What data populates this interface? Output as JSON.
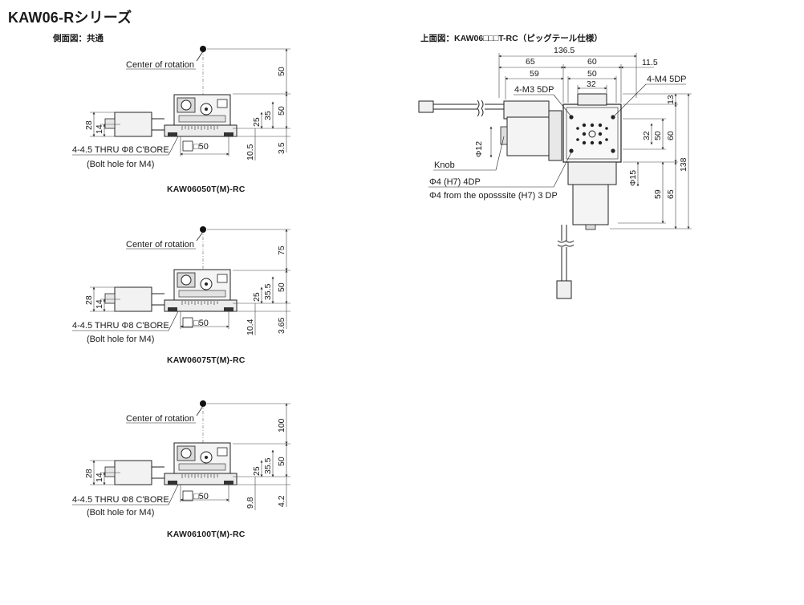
{
  "page_title": "KAW06-Rシリーズ",
  "side_label": "側面図：共通",
  "top_label": "上面図：KAW06□□□T-RC（ピッグテール仕様）",
  "side_views": [
    {
      "caption": "KAW06050T(M)-RC",
      "center_label": "Center of rotation",
      "bolt_label": "4-4.5 THRU Φ8 C'BORE",
      "bolt_note": "(Bolt hole for M4)",
      "dims": {
        "top": "50",
        "h50": "50",
        "d35": "35",
        "d25": "25",
        "v28": "28",
        "v14": "14",
        "sq": "□50",
        "d105": "10.5",
        "d35b": "3.5"
      }
    },
    {
      "caption": "KAW06075T(M)-RC",
      "center_label": "Center of rotation",
      "bolt_label": "4-4.5 THRU Φ8 C'BORE",
      "bolt_note": "(Bolt hole for M4)",
      "dims": {
        "top": "75",
        "h50": "50",
        "d35": "35.5",
        "d25": "25",
        "v28": "28",
        "v14": "14",
        "sq": "□50",
        "d105": "10.4",
        "d35b": "3.65"
      }
    },
    {
      "caption": "KAW06100T(M)-RC",
      "center_label": "Center of rotation",
      "bolt_label": "4-4.5 THRU Φ8 C'BORE",
      "bolt_note": "(Bolt hole for M4)",
      "dims": {
        "top": "100",
        "h50": "50",
        "d35": "35.5",
        "d25": "25",
        "v28": "28",
        "v14": "14",
        "sq": "□50",
        "d105": "9.8",
        "d35b": "4.2"
      }
    }
  ],
  "top_view": {
    "dims": {
      "total": "136.5",
      "d65": "65",
      "d60": "60",
      "d115": "11.5",
      "d59": "59",
      "d50": "50",
      "d32": "32",
      "r13": "13",
      "r32": "32",
      "r50": "50",
      "r60": "60",
      "r138": "138",
      "r59": "59",
      "r65": "65",
      "phi12": "Φ12",
      "phi15": "Φ15"
    },
    "labels": {
      "m3": "4-M3 5DP",
      "m4": "4-M4 5DP",
      "knob": "Knob",
      "h7a": "Φ4 (H7) 4DP",
      "h7b": "Φ4 from the oposssite (H7) 3 DP"
    }
  }
}
